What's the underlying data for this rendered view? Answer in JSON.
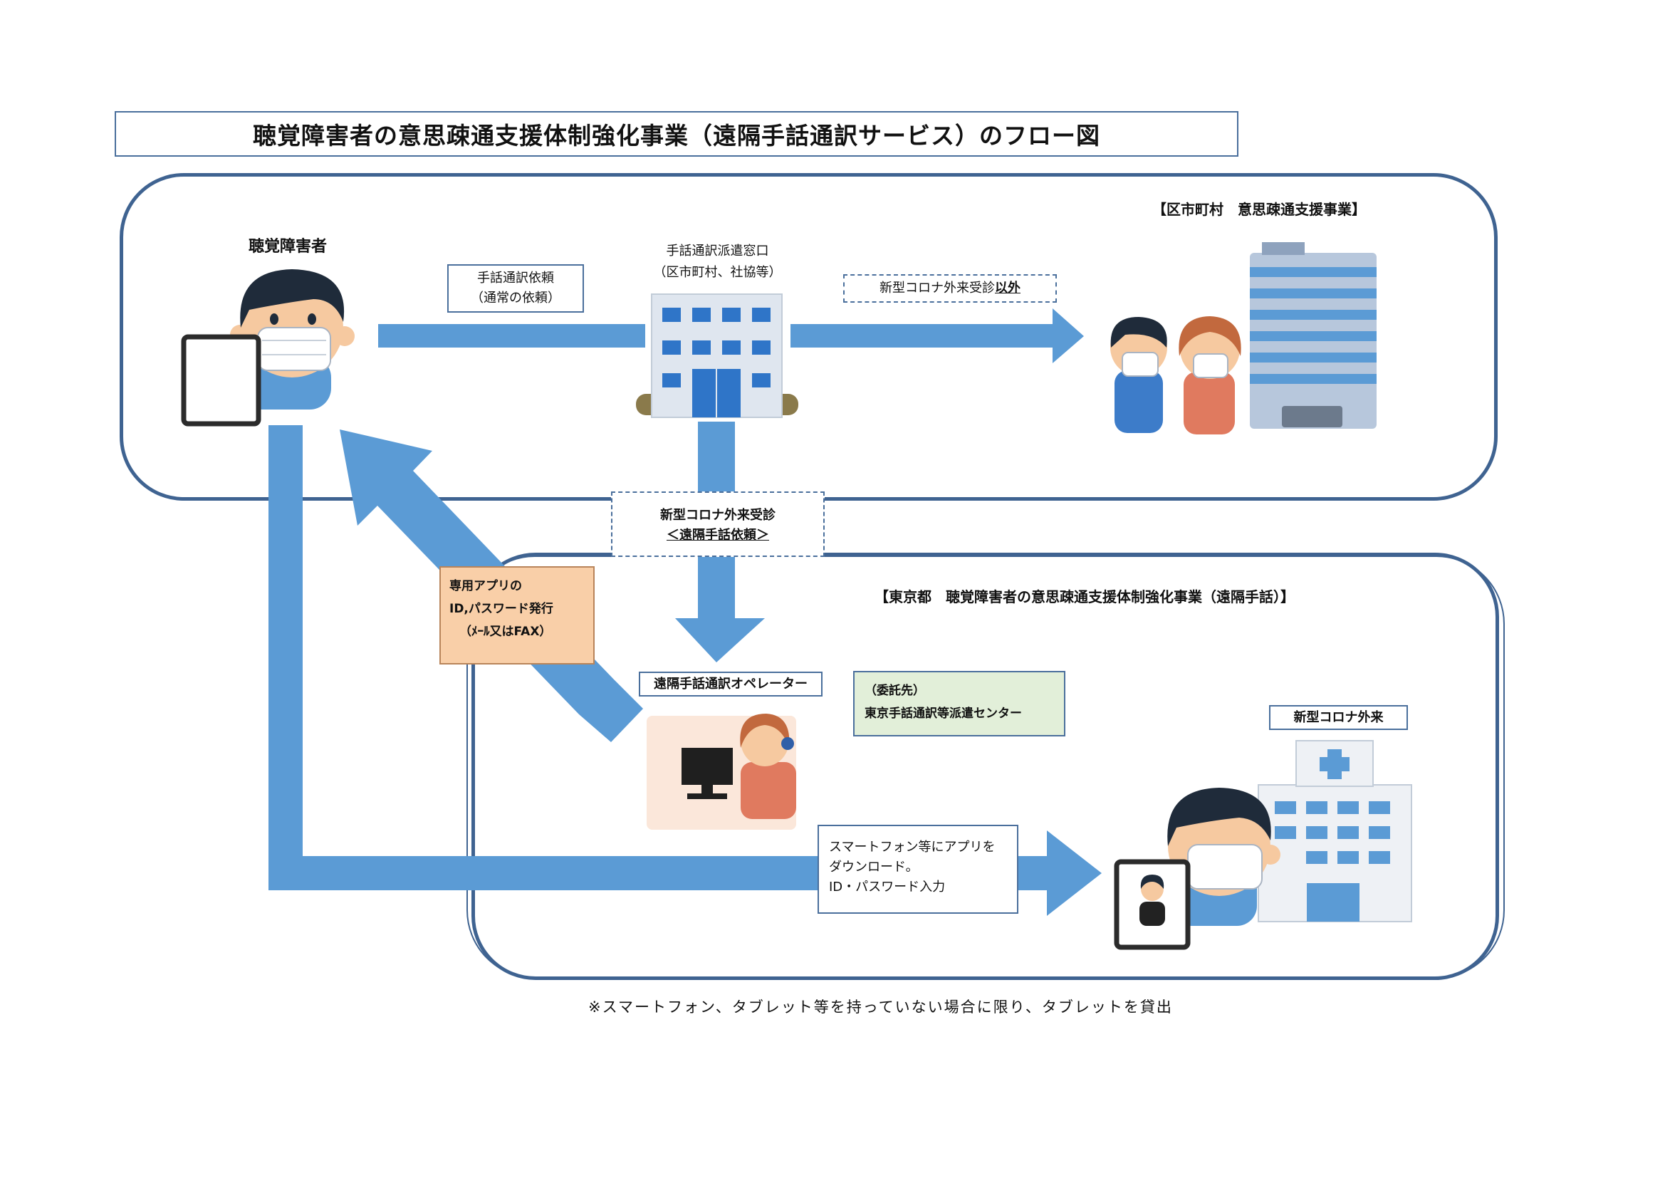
{
  "title": "聴覚障害者の意思疎通支援体制強化事業（遠隔手話通訳サービス）のフロー図",
  "regions": {
    "municipal": "【区市町村　意思疎通支援事業】",
    "tokyo": "【東京都　聴覚障害者の意思疎通支援体制強化事業（遠隔手話）】"
  },
  "actors": {
    "deaf_person": "聴覚障害者",
    "dispatch_office_line1": "手話通訳派遣窓口",
    "dispatch_office_line2": "（区市町村、社協等）",
    "operator": "遠隔手話通訳オペレーター",
    "corona_clinic": "新型コロナ外来"
  },
  "boxes": {
    "request_line1": "手話通訳依頼",
    "request_line2": "（通常の依頼）",
    "non_corona_prefix": "新型コロナ外来受診",
    "non_corona_emphasis": "以外",
    "corona_line1": "新型コロナ外来受診",
    "corona_line2": "＜遠隔手話依頼＞",
    "app_line1": "専用アプリの",
    "app_line2": "ID,パスワード発行",
    "app_line3": "（ﾒｰﾙ又はFAX）",
    "contractor_line1": "（委託先）",
    "contractor_line2": "東京手話通訳等派遣センター",
    "download_line1": "スマートフォン等にアプリを",
    "download_line2": "ダウンロード。",
    "download_line3": "ID・パスワード入力"
  },
  "footnote": "※スマートフォン、タブレット等を持っていない場合に限り、タブレットを貸出",
  "colors": {
    "arrow": "#5b9bd5",
    "region_border": "#3f6391",
    "note_fill": "#f9cfa8",
    "contractor_fill": "#e2efd9",
    "building": "#5b9bd5",
    "skin": "#f6c9a0",
    "hair": "#1f2b3a"
  }
}
